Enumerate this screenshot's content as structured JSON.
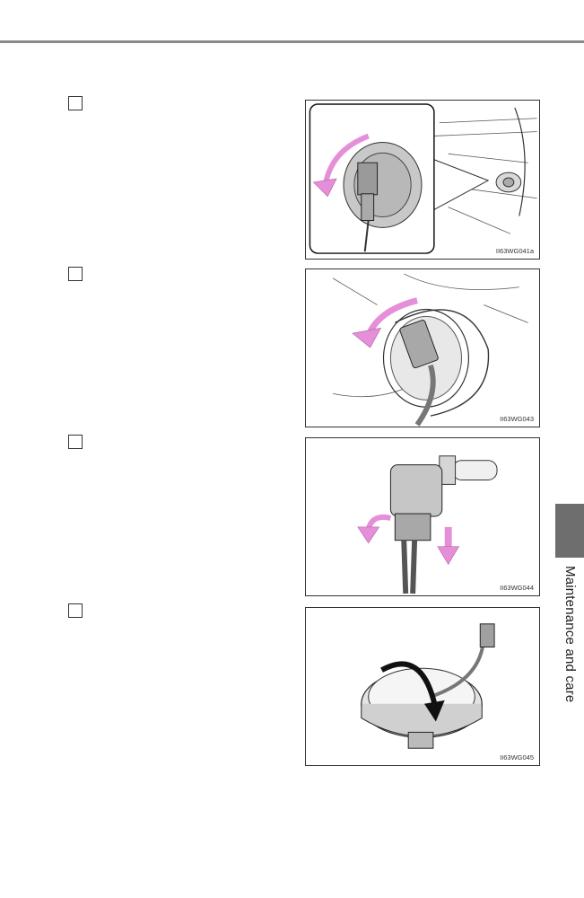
{
  "section": {
    "side_label": "Maintenance and care"
  },
  "figures": [
    {
      "code": "II63WG041a"
    },
    {
      "code": "II63WG043"
    },
    {
      "code": "II63WG044"
    },
    {
      "code": "II63WG045"
    }
  ],
  "colors": {
    "arrow": "#e58fd8",
    "tab": "#6e6e6e",
    "rule": "#8a8a8a"
  }
}
